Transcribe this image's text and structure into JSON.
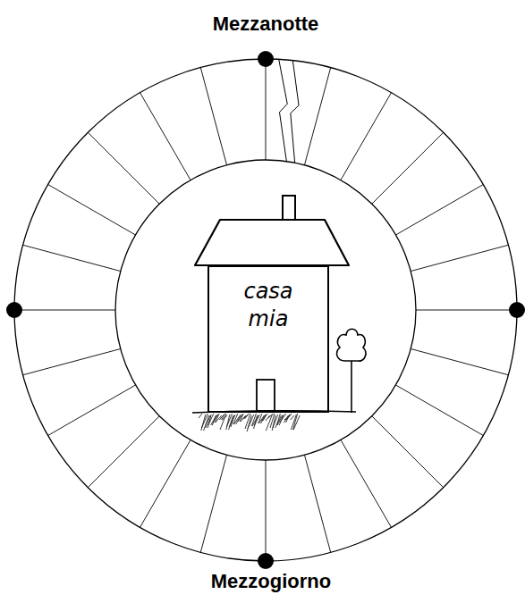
{
  "diagram": {
    "nodes": [
      {
        "text": [
          "casa mia"
        ]
      }
    ],
    "labels": [
      "Mezzanotte",
      "Mezzogiorno"
    ]
  }
}
